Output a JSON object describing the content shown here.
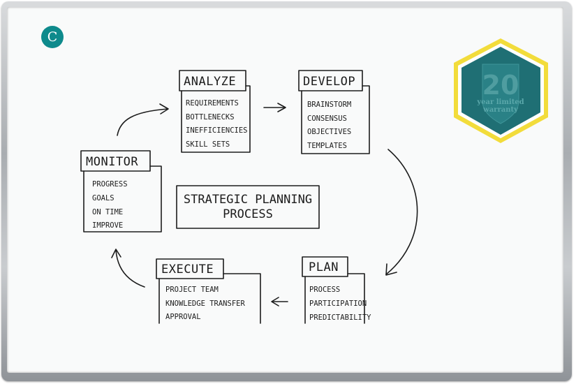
{
  "badge_letter": "C",
  "center_title": [
    "STRATEGIC PLANNING",
    "PROCESS"
  ],
  "boxes": [
    {
      "title": "ANALYZE",
      "items": [
        "REQUIREMENTS",
        "BOTTLENECKS",
        "INEFFICIENCIES",
        "SKILL SETS"
      ]
    },
    {
      "title": "DEVELOP",
      "items": [
        "BRAINSTORM",
        "CONSENSUS",
        "OBJECTIVES",
        "TEMPLATES"
      ]
    },
    {
      "title": "PLAN",
      "items": [
        "PROCESS",
        "PARTICIPATION",
        "PREDICTABILITY"
      ]
    },
    {
      "title": "EXECUTE",
      "items": [
        "PROJECT TEAM",
        "KNOWLEDGE TRANSFER",
        "APPROVAL"
      ]
    },
    {
      "title": "MONITOR",
      "items": [
        "PROGRESS",
        "GOALS",
        "ON TIME",
        "IMPROVE"
      ]
    }
  ],
  "warranty": {
    "number": "20",
    "line1": "year limited",
    "line2": "warranty"
  },
  "colors": {
    "badge": "#0e8a8c",
    "hexagon": "#1f6f74",
    "hexagon_border": "#f2dc3b",
    "ink": "#1c1c1c"
  }
}
